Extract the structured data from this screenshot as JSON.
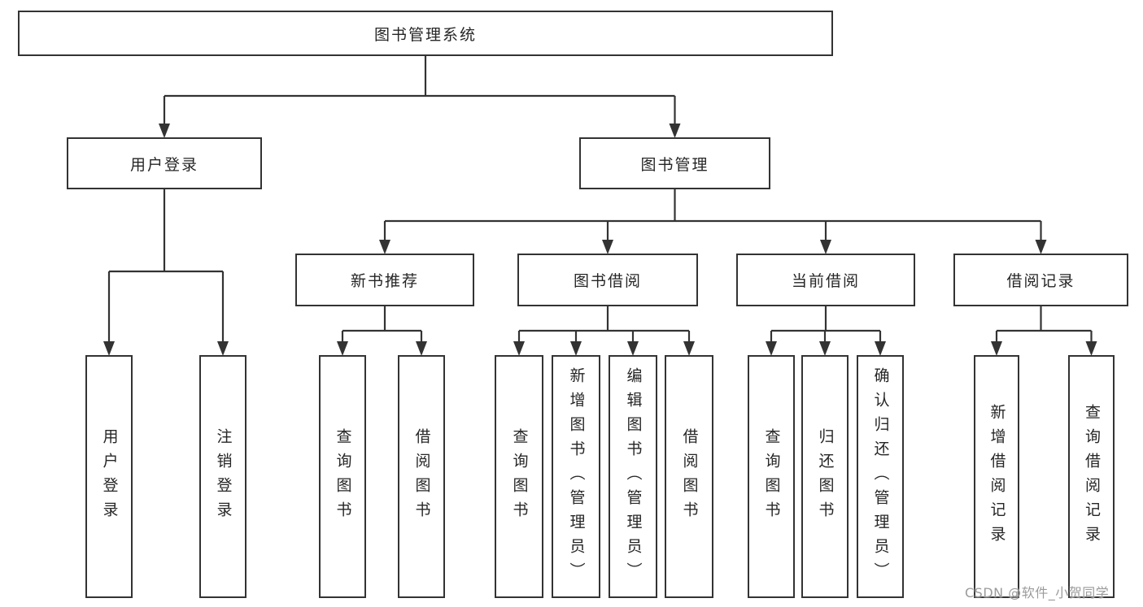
{
  "diagram_title": "图书管理系统",
  "colors": {
    "line": "#333333",
    "box_border": "#333333",
    "text": "#262626",
    "background": "#ffffff",
    "watermark": "#9b9b9b"
  },
  "tree": {
    "label": "图书管理系统",
    "children": [
      {
        "label": "用户登录",
        "children": [
          {
            "label": "用户登录"
          },
          {
            "label": "注销登录"
          }
        ]
      },
      {
        "label": "图书管理",
        "children": [
          {
            "label": "新书推荐",
            "children": [
              {
                "label": "查询图书"
              },
              {
                "label": "借阅图书"
              }
            ]
          },
          {
            "label": "图书借阅",
            "children": [
              {
                "label": "查询图书"
              },
              {
                "label": "新增图书（管理员）"
              },
              {
                "label": "编辑图书（管理员）"
              },
              {
                "label": "借阅图书"
              }
            ]
          },
          {
            "label": "当前借阅",
            "children": [
              {
                "label": "查询图书"
              },
              {
                "label": "归还图书"
              },
              {
                "label": "确认归还（管理员）"
              }
            ]
          },
          {
            "label": "借阅记录",
            "children": [
              {
                "label": "新增借阅记录"
              },
              {
                "label": "查询借阅记录"
              }
            ]
          }
        ]
      }
    ]
  },
  "watermark": {
    "text": "CSDN @软件_小贺同学"
  }
}
